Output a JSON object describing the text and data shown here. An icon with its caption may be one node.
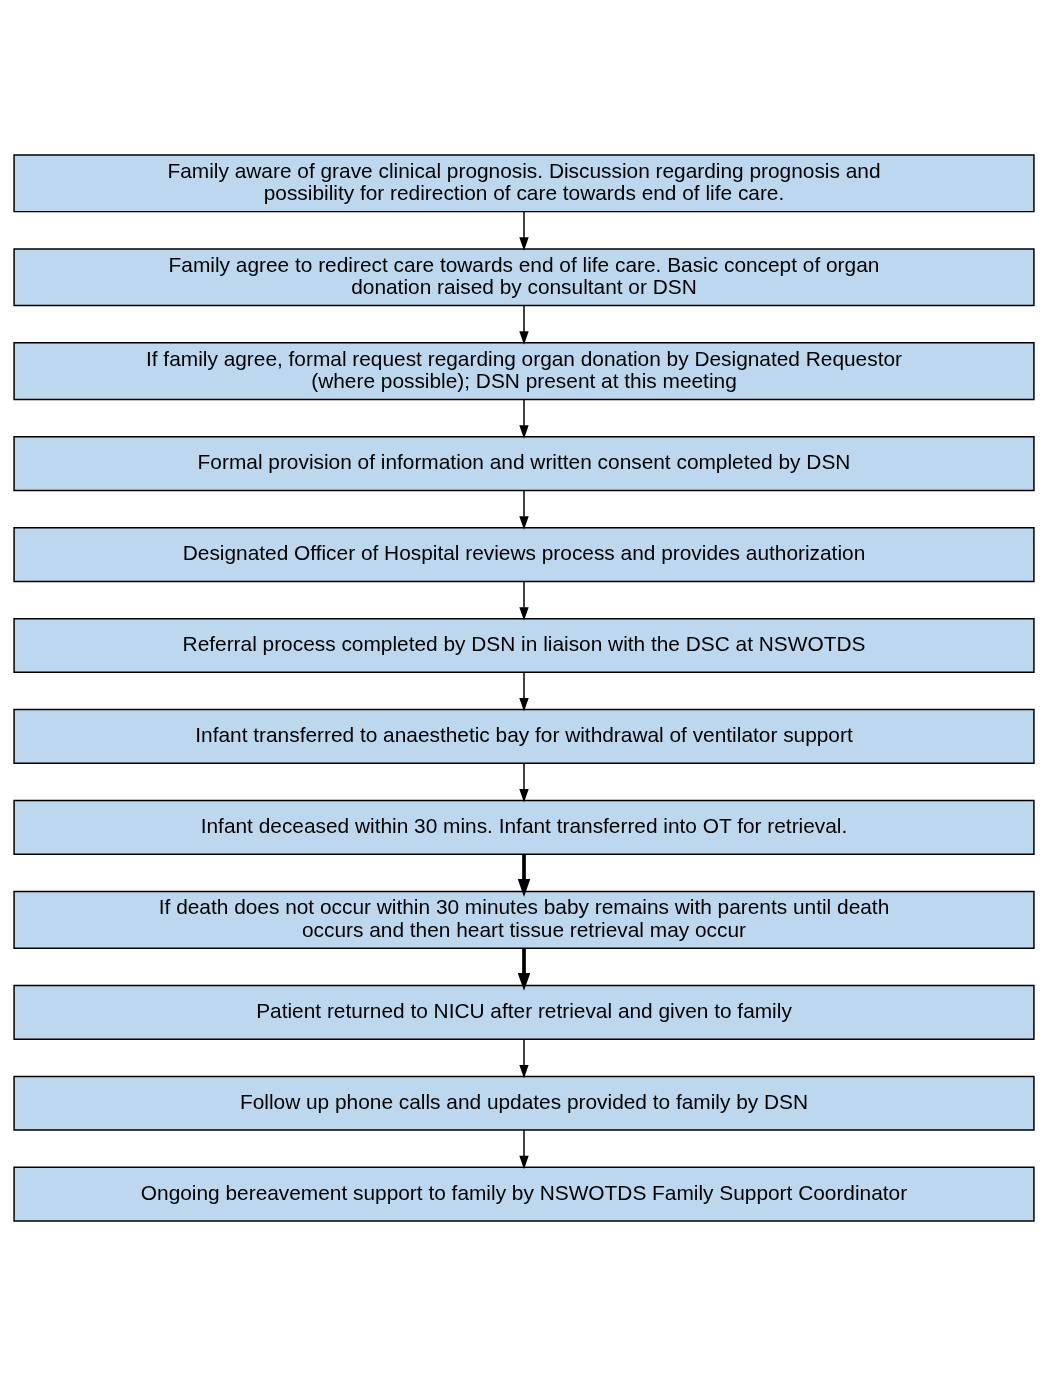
{
  "diagram": {
    "nodes": [
      {
        "text": [
          "Family aware of grave clinical prognosis. Discussion regarding prognosis and possibility for redirection of care towards end of life care."
        ]
      },
      {
        "text": [
          "Family agree to redirect care towards end of life care. Basic concept of organ donation raised by consultant or DSN"
        ]
      },
      {
        "text": [
          "If family agree, formal request regarding organ donation by Designated Requestor (where possible); DSN present at this meeting"
        ]
      },
      {
        "text": [
          "Formal provision of information and written consent completed by DSN"
        ]
      },
      {
        "text": [
          "Designated Officer of Hospital reviews process and provides authorization"
        ]
      },
      {
        "text": [
          "Referral process completed by DSN in liaison with the DSC at NSWOTDS"
        ]
      },
      {
        "text": [
          "Infant transferred to anaesthetic bay for withdrawal of ventilator support"
        ]
      },
      {
        "text": [
          "Infant deceased within 30 mins. Infant transferred into OT for retrieval."
        ]
      },
      {
        "text": [
          "If death does not occur within 30 minutes baby remains with parents until death occurs and then heart tissue retrieval may occur"
        ]
      },
      {
        "text": [
          "Patient returned to NICU after retrieval and given to family"
        ]
      },
      {
        "text": [
          "Follow up phone calls and updates provided to family by DSN"
        ]
      },
      {
        "text": [
          "Ongoing bereavement support to family by NSWOTDS Family Support Coordinator"
        ]
      }
    ],
    "edges": [
      {
        "from": 0,
        "to": 1,
        "arrow": "to"
      },
      {
        "from": 1,
        "to": 2,
        "arrow": "to"
      },
      {
        "from": 2,
        "to": 3,
        "arrow": "to"
      },
      {
        "from": 3,
        "to": 4,
        "arrow": "to"
      },
      {
        "from": 4,
        "to": 5,
        "arrow": "to"
      },
      {
        "from": 5,
        "to": 6,
        "arrow": "to"
      },
      {
        "from": 6,
        "to": 7,
        "arrow": "to"
      },
      {
        "from": 7,
        "to": 8,
        "arrow": "to",
        "style": "thick"
      },
      {
        "from": 8,
        "to": 9,
        "arrow": "to",
        "style": "thick"
      },
      {
        "from": 9,
        "to": 10,
        "arrow": "to"
      },
      {
        "from": 10,
        "to": 11,
        "arrow": "to"
      }
    ]
  }
}
